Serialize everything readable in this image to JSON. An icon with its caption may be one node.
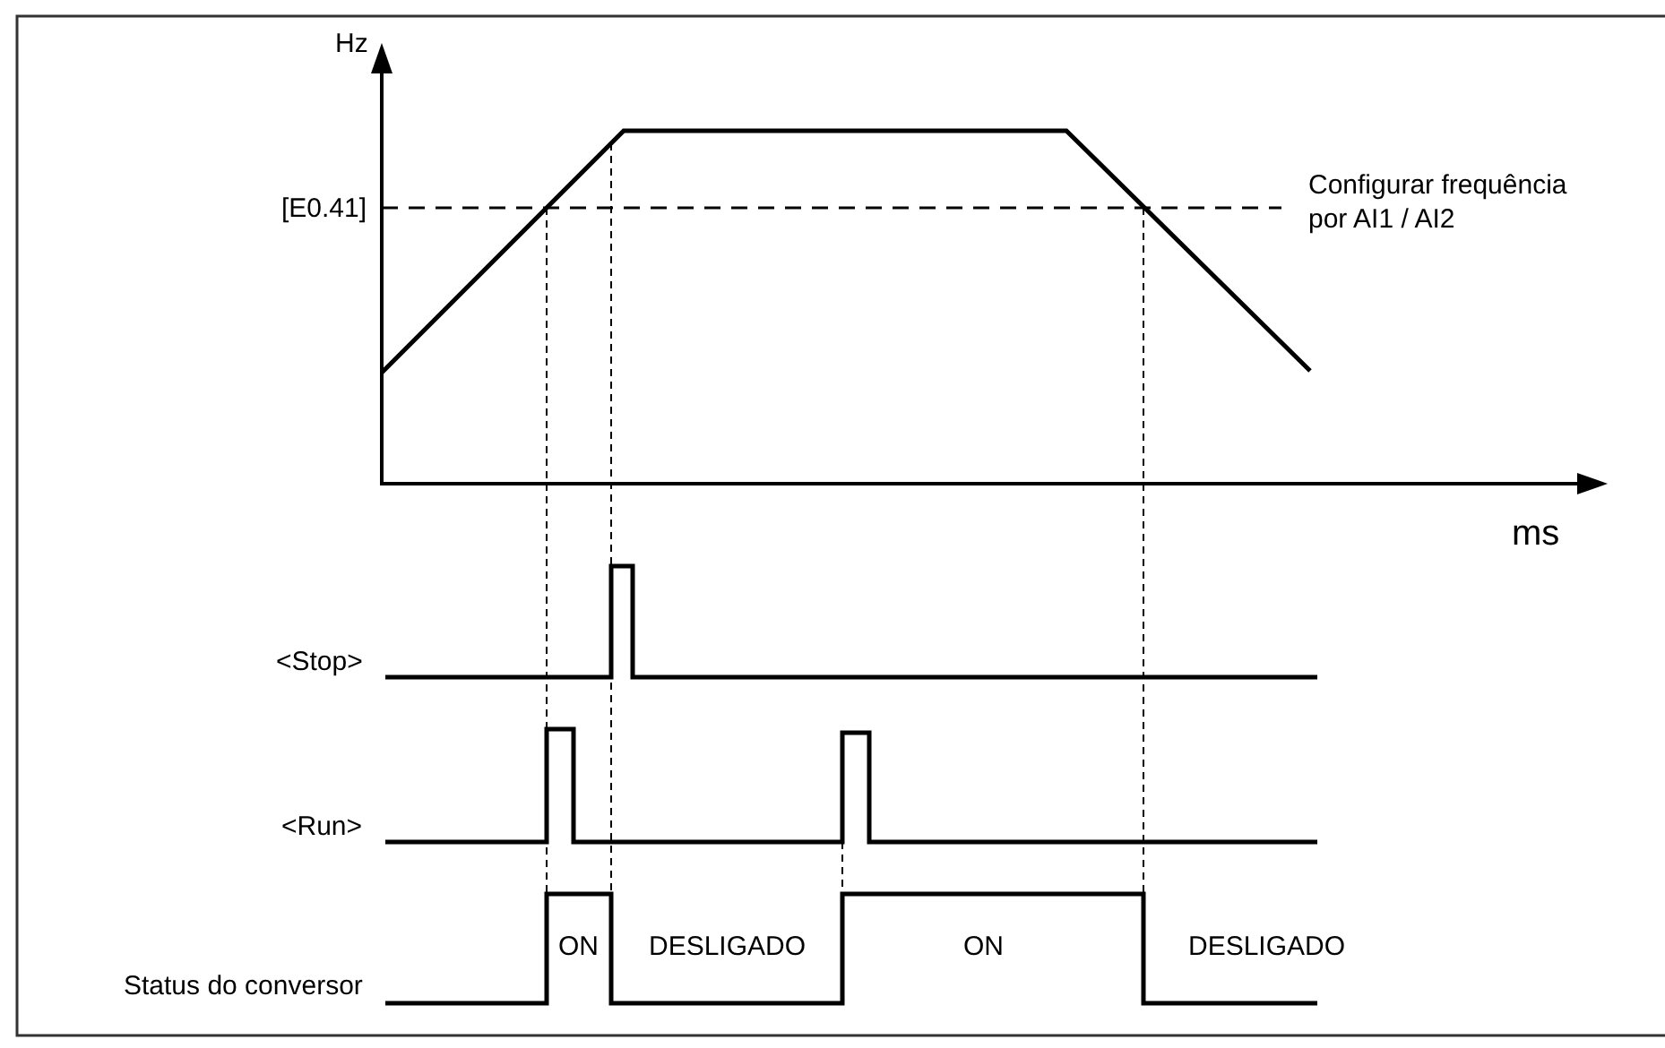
{
  "diagram": {
    "labels": [
      "Hz",
      "[E0.41]",
      "Configurar frequência por AI1 / AI2",
      "ms",
      "<Stop>",
      "<Run>",
      "ON",
      "DESLIGADO",
      "ON",
      "DESLIGADO",
      "Status do conversor"
    ]
  }
}
